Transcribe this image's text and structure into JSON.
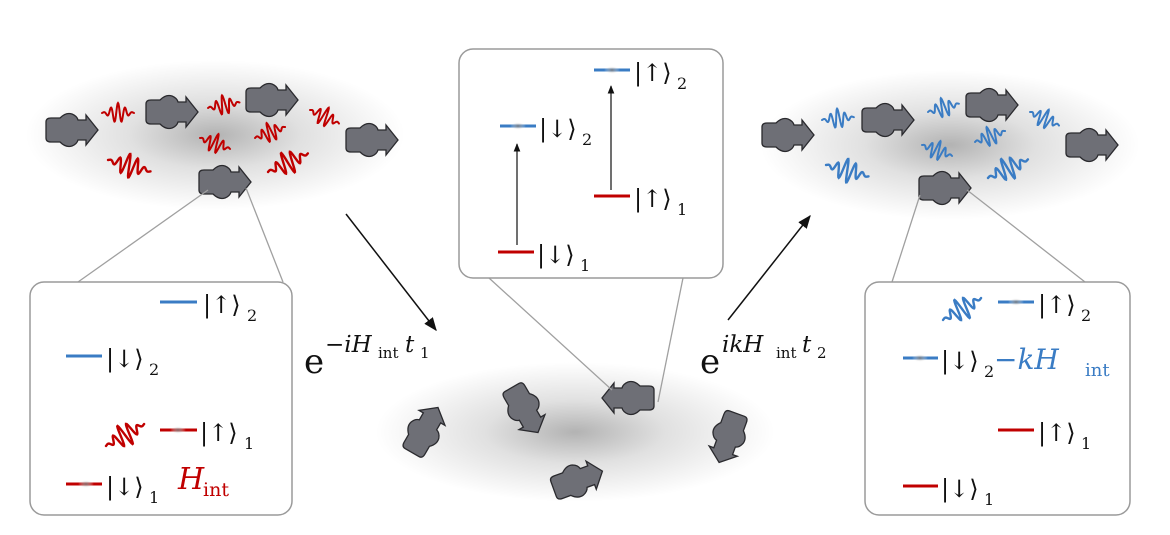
{
  "colors": {
    "red": "#c00000",
    "blue": "#3a7cc4",
    "arrow": "#111111",
    "molecule": "#6e6f76",
    "box_border": "#9a9a9a",
    "leader": "#a0a0a0"
  },
  "labels": {
    "up": "|↑⟩",
    "down": "|↓⟩",
    "sub1": "1",
    "sub2": "2"
  },
  "left_box": {
    "interaction": "H",
    "interaction_sub": "int"
  },
  "right_box": {
    "interaction": "−kH",
    "interaction_sub": "int"
  },
  "evolution_forward": {
    "base": "e",
    "exponent": "−iH",
    "exponent_sub": "int",
    "exponent_tail": "t",
    "tail_sub": "1"
  },
  "evolution_reverse": {
    "base": "e",
    "exponent": "ikH",
    "exponent_sub": "int",
    "exponent_tail": "t",
    "tail_sub": "2"
  },
  "icons": {
    "molecule": "molecule-icon",
    "photon": "photon-wave-icon",
    "arrow": "arrow-icon"
  }
}
